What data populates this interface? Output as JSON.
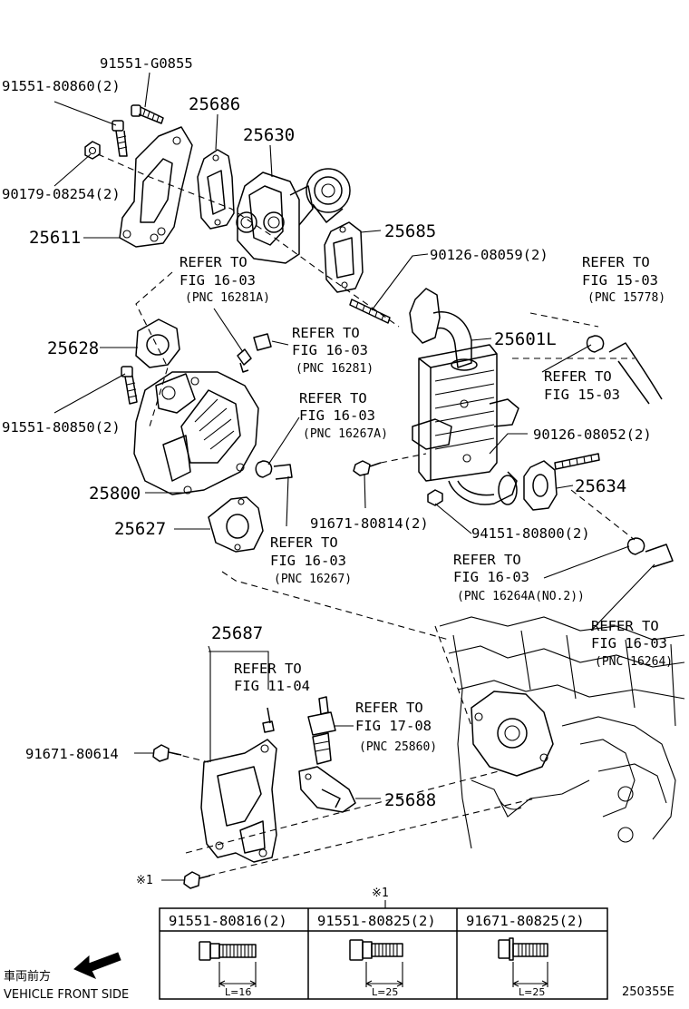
{
  "parts": {
    "p1": "91551-G0855",
    "p2": "91551-80860(2)",
    "p3": "90179-08254(2)",
    "p4": "25686",
    "p5": "25630",
    "p6": "25611",
    "p7": "25685",
    "p8": "90126-08059(2)",
    "p9": "25628",
    "p10": "25601L",
    "p11": "91551-80850(2)",
    "p12": "90126-08052(2)",
    "p13": "25634",
    "p14": "25800",
    "p15": "91671-80814(2)",
    "p16": "94151-80800(2)",
    "p17": "25627",
    "p18": "25687",
    "p19": "91671-80614",
    "p20": "25688"
  },
  "refs": {
    "r1": {
      "line1": "REFER TO",
      "line2": "FIG 16-03",
      "line3": "(PNC 16281A)"
    },
    "r2": {
      "line1": "REFER TO",
      "line2": "FIG 15-03",
      "line3": "(PNC 15778)"
    },
    "r3": {
      "line1": "REFER TO",
      "line2": "FIG 16-03",
      "line3": "(PNC 16281)"
    },
    "r4": {
      "line1": "REFER TO",
      "line2": "FIG 15-03"
    },
    "r5": {
      "line1": "REFER TO",
      "line2": "FIG 16-03",
      "line3": "(PNC 16267A)"
    },
    "r6": {
      "line1": "REFER TO",
      "line2": "FIG 16-03",
      "line3": "(PNC 16267)"
    },
    "r7": {
      "line1": "REFER TO",
      "line2": "FIG 16-03",
      "line3": "(PNC 16264A(NO.2))"
    },
    "r8": {
      "line1": "REFER TO",
      "line2": "FIG 16-03",
      "line3": "(PNC 16264)"
    },
    "r9": {
      "line1": "REFER TO",
      "line2": "FIG 11-04"
    },
    "r10": {
      "line1": "REFER TO",
      "line2": "FIG 17-08",
      "line3": "(PNC 25860)"
    }
  },
  "footnote_marker": "※1",
  "bolt_table": {
    "marker": "※1",
    "columns": [
      {
        "part": "91551-80816(2)",
        "length": "L=16"
      },
      {
        "part": "91551-80825(2)",
        "length": "L=25"
      },
      {
        "part": "91671-80825(2)",
        "length": "L=25"
      }
    ]
  },
  "front_label": {
    "jp": "車両前方",
    "en": "VEHICLE FRONT SIDE"
  },
  "figure_code": "250355E"
}
